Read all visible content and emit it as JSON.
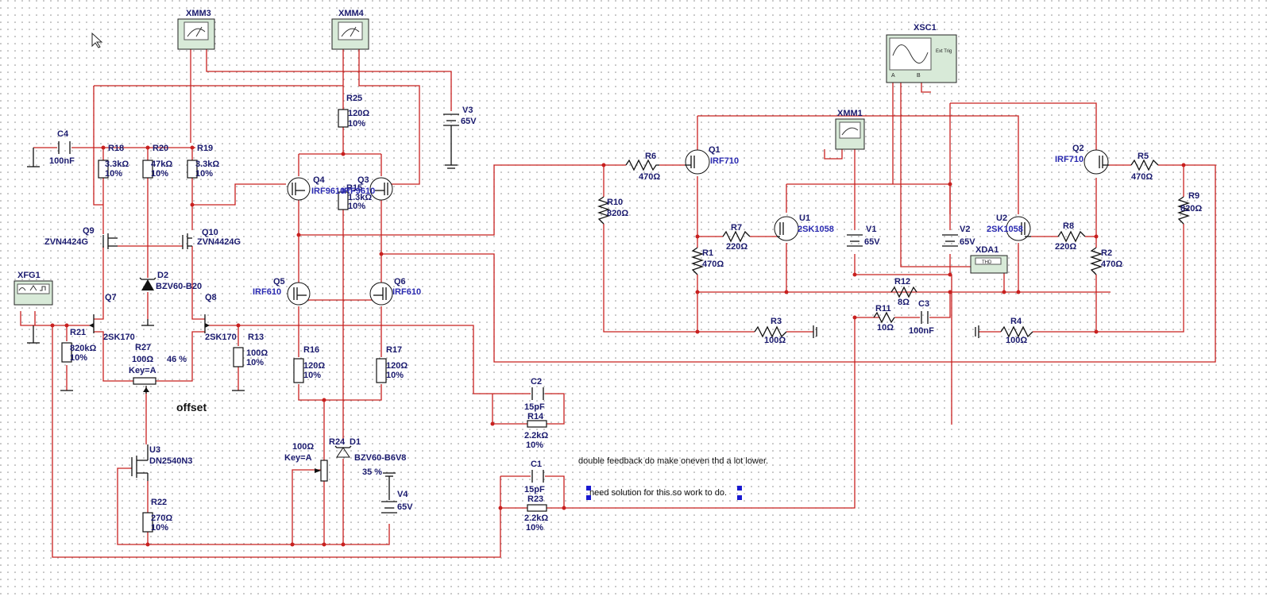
{
  "instruments": {
    "xmm3": "XMM3",
    "xmm4": "XMM4",
    "xmm1": "XMM1",
    "xsc1": "XSC1",
    "xfg1": "XFG1",
    "xda1": "XDA1",
    "xda1_screen": "THD",
    "xsc1_ext": "Ext Trig",
    "xsc1_a": "A",
    "xsc1_b": "B"
  },
  "components": {
    "c4": {
      "ref": "C4",
      "value": "100nF"
    },
    "r18": {
      "ref": "R18",
      "value": "3.3kΩ",
      "tol": "10%"
    },
    "r20": {
      "ref": "R20",
      "value": "47kΩ",
      "tol": "10%"
    },
    "r19": {
      "ref": "R19",
      "value": "3.3kΩ",
      "tol": "10%"
    },
    "q9": {
      "ref": "Q9",
      "value": "ZVN4424G"
    },
    "q10": {
      "ref": "Q10",
      "value": "ZVN4424G"
    },
    "d2": {
      "ref": "D2",
      "value": "BZV60-B20"
    },
    "q7": {
      "ref": "Q7",
      "value": "2SK170"
    },
    "q8": {
      "ref": "Q8",
      "value": "2SK170"
    },
    "r21": {
      "ref": "R21",
      "value": "820kΩ",
      "tol": "10%"
    },
    "r27": {
      "ref": "R27",
      "value": "100Ω",
      "key": "Key=A",
      "pct": "46 %"
    },
    "r13": {
      "ref": "R13",
      "value": "100Ω",
      "tol": "10%"
    },
    "u3": {
      "ref": "U3",
      "value": "DN2540N3"
    },
    "r22": {
      "ref": "R22",
      "value": "270Ω",
      "tol": "10%"
    },
    "r25": {
      "ref": "R25",
      "value": "120Ω",
      "tol": "10%"
    },
    "v3": {
      "ref": "V3",
      "value": "65V"
    },
    "q4": {
      "ref": "Q4",
      "value": "IRF9610"
    },
    "q3": {
      "ref": "Q3",
      "value": "IRF9610"
    },
    "r15": {
      "ref": "R15",
      "value": "1.3kΩ",
      "tol": "10%"
    },
    "q5": {
      "ref": "Q5",
      "value": "IRF610"
    },
    "q6": {
      "ref": "Q6",
      "value": "IRF610"
    },
    "r16": {
      "ref": "R16",
      "value": "120Ω",
      "tol": "10%"
    },
    "r17": {
      "ref": "R17",
      "value": "120Ω",
      "tol": "10%"
    },
    "r24": {
      "ref": "R24",
      "value": "100Ω",
      "key": "Key=A",
      "pct": "35 %"
    },
    "d1": {
      "ref": "D1",
      "value": "BZV60-B6V8"
    },
    "v4": {
      "ref": "V4",
      "value": "65V"
    },
    "c2": {
      "ref": "C2",
      "value": "15pF"
    },
    "r14": {
      "ref": "R14",
      "value": "2.2kΩ",
      "tol": "10%"
    },
    "c1": {
      "ref": "C1",
      "value": "15pF"
    },
    "r23": {
      "ref": "R23",
      "value": "2.2kΩ",
      "tol": "10%"
    },
    "r6": {
      "ref": "R6",
      "value": "470Ω"
    },
    "q1": {
      "ref": "Q1",
      "value": "IRF710"
    },
    "r10": {
      "ref": "R10",
      "value": "820Ω"
    },
    "r7": {
      "ref": "R7",
      "value": "220Ω"
    },
    "u1": {
      "ref": "U1",
      "value": "2SK1058"
    },
    "r1": {
      "ref": "R1",
      "value": "470Ω"
    },
    "r3": {
      "ref": "R3",
      "value": "100Ω"
    },
    "v1": {
      "ref": "V1",
      "value": "65V"
    },
    "v2": {
      "ref": "V2",
      "value": "65V"
    },
    "u2": {
      "ref": "U2",
      "value": "2SK1058"
    },
    "q2": {
      "ref": "Q2",
      "value": "IRF710"
    },
    "r5": {
      "ref": "R5",
      "value": "470Ω"
    },
    "r9": {
      "ref": "R9",
      "value": "820Ω"
    },
    "r8": {
      "ref": "R8",
      "value": "220Ω"
    },
    "r2": {
      "ref": "R2",
      "value": "470Ω"
    },
    "r12": {
      "ref": "R12",
      "value": "8Ω"
    },
    "r11": {
      "ref": "R11",
      "value": "10Ω"
    },
    "c3": {
      "ref": "C3",
      "value": "100nF"
    },
    "r4": {
      "ref": "R4",
      "value": "100Ω"
    }
  },
  "labels": {
    "offset": "offset",
    "note1": "double feedback do make oneven thd a lot lower.",
    "note2": "need solution for this.so work to do."
  },
  "colors": {
    "wire": "#c8201f",
    "instrument": "#d8ead8",
    "label": "#1a1a6e"
  }
}
